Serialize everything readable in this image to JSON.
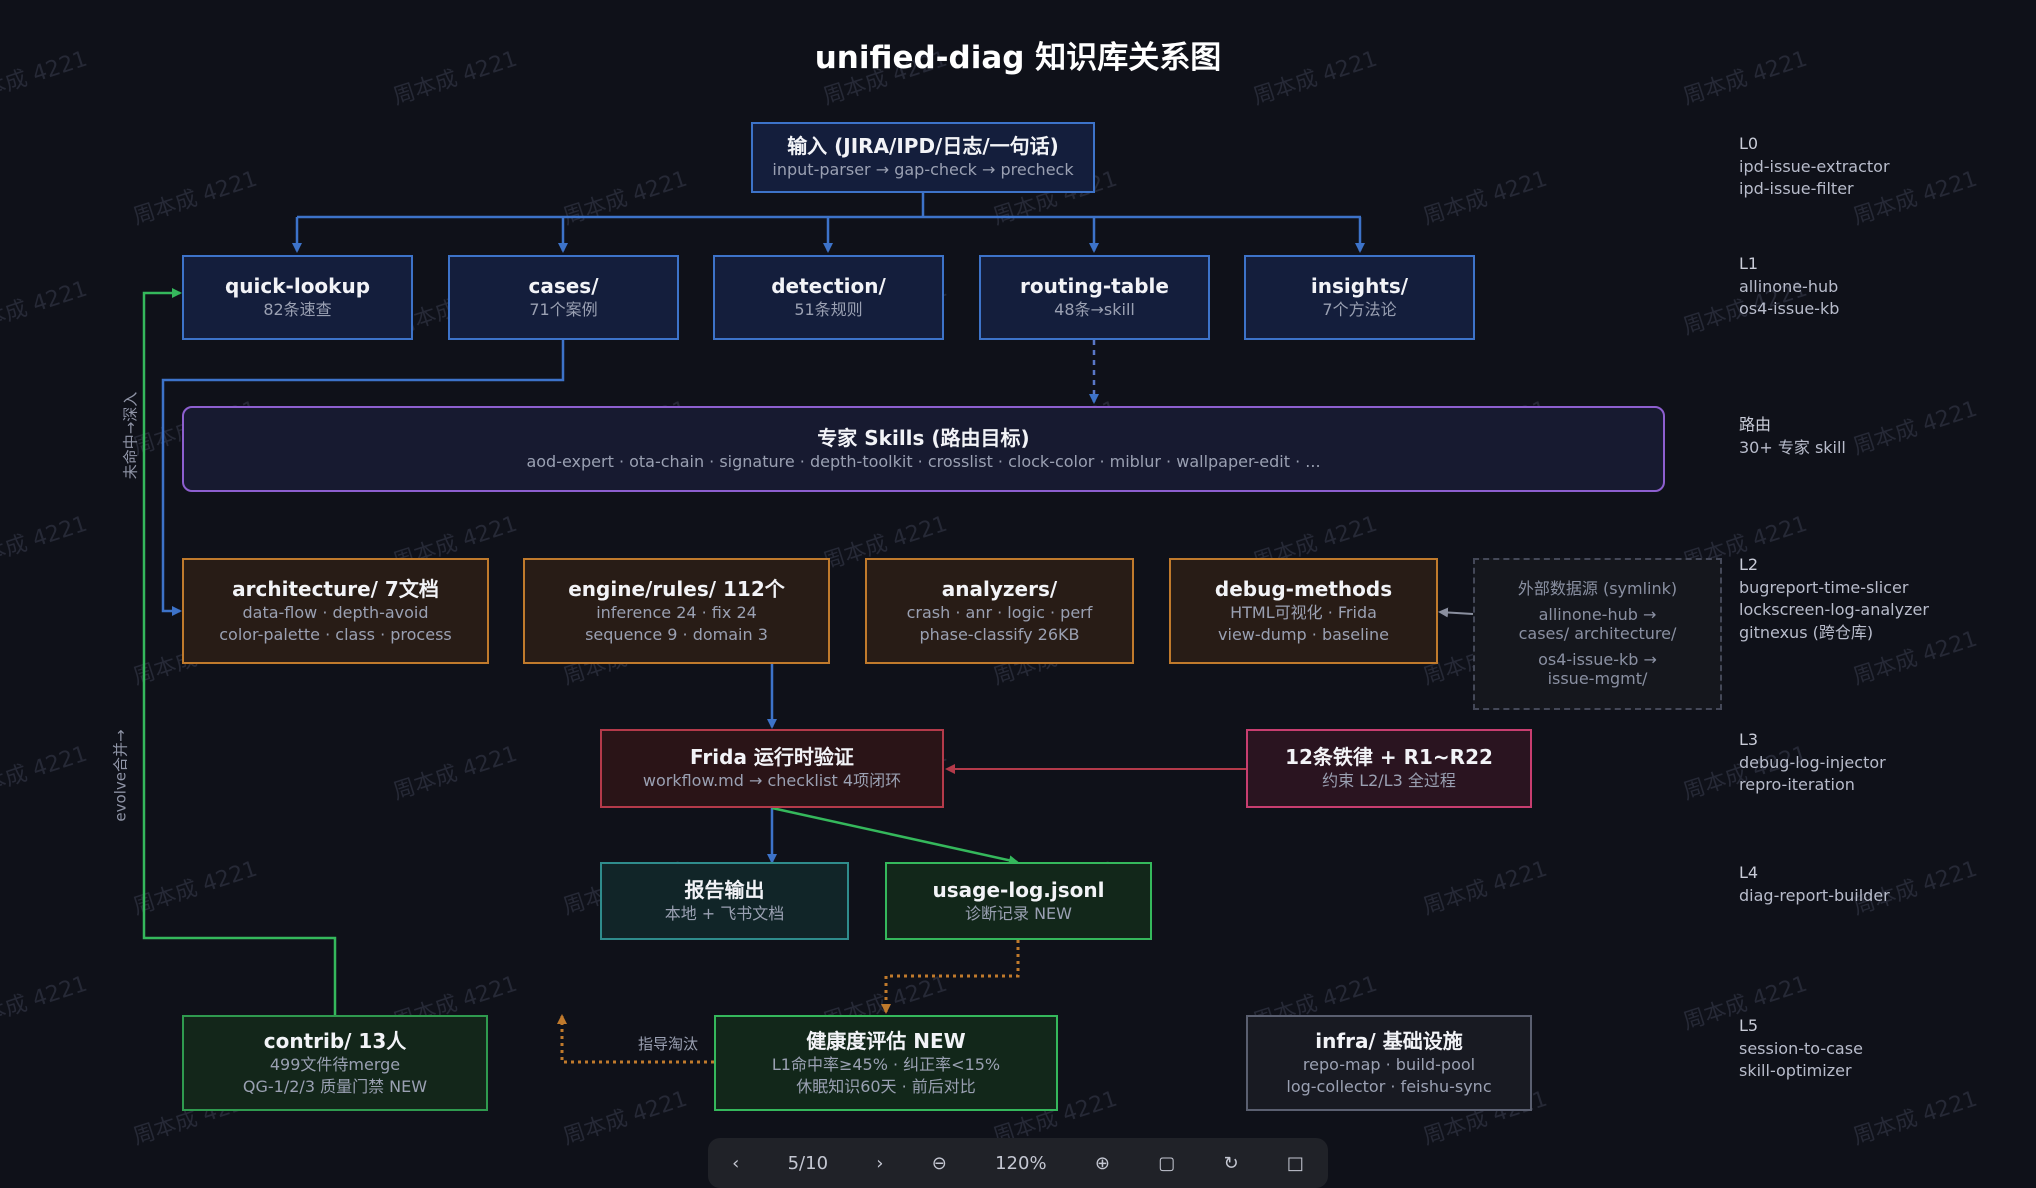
{
  "title": "unified-diag 知识库关系图",
  "watermark": "周本成 4221",
  "input": {
    "title": "输入 (JIRA/IPD/日志/一句话)",
    "sub": "input-parser → gap-check → precheck"
  },
  "row1": [
    {
      "title": "quick-lookup",
      "sub": "82条速查"
    },
    {
      "title": "cases/",
      "sub": "71个案例"
    },
    {
      "title": "detection/",
      "sub": "51条规则"
    },
    {
      "title": "routing-table",
      "sub": "48条→skill"
    },
    {
      "title": "insights/",
      "sub": "7个方法论"
    }
  ],
  "skills": {
    "title": "专家 Skills (路由目标)",
    "sub": "aod-expert · ota-chain · signature · depth-toolkit · crosslist · clock-color · miblur · wallpaper-edit · ..."
  },
  "row2": [
    {
      "title": "architecture/ 7文档",
      "sub1": "data-flow · depth-avoid",
      "sub2": "color-palette · class · process"
    },
    {
      "title": "engine/rules/ 112个",
      "sub1": "inference 24 · fix 24",
      "sub2": "sequence 9 · domain 3"
    },
    {
      "title": "analyzers/",
      "sub1": "crash · anr · logic · perf",
      "sub2": "phase-classify 26KB"
    },
    {
      "title": "debug-methods",
      "sub1": "HTML可视化 · Frida",
      "sub2": "view-dump · baseline"
    }
  ],
  "external": {
    "title": "外部数据源 (symlink)",
    "lines": [
      "allinone-hub →",
      "cases/ architecture/",
      "os4-issue-kb →",
      "issue-mgmt/"
    ]
  },
  "frida": {
    "title": "Frida 运行时验证",
    "sub": "workflow.md → checklist 4项闭环"
  },
  "laws": {
    "title": "12条铁律 + R1~R22",
    "sub": "约束 L2/L3 全过程"
  },
  "report": {
    "title": "报告输出",
    "sub": "本地 + 飞书文档"
  },
  "usage": {
    "title": "usage-log.jsonl",
    "sub": "诊断记录 NEW"
  },
  "contrib": {
    "title": "contrib/ 13人",
    "sub1": "499文件待merge",
    "sub2": "QG-1/2/3 质量门禁 NEW"
  },
  "health": {
    "title": "健康度评估 NEW",
    "sub1": "L1命中率≥45% · 纠正率<15%",
    "sub2": "休眠知识60天 · 前后对比"
  },
  "infra": {
    "title": "infra/ 基础设施",
    "sub1": "repo-map · build-pool",
    "sub2": "log-collector · feishu-sync"
  },
  "edge_labels": {
    "miss": "未命中→深入",
    "evolve": "evolve合并→",
    "guide": "指导淘汰"
  },
  "levels": [
    {
      "key": "L0",
      "items": [
        "ipd-issue-extractor",
        "ipd-issue-filter"
      ]
    },
    {
      "key": "L1",
      "items": [
        "allinone-hub",
        "os4-issue-kb"
      ]
    },
    {
      "key": "路由",
      "items": [
        "30+ 专家 skill"
      ]
    },
    {
      "key": "L2",
      "items": [
        "bugreport-time-slicer",
        "lockscreen-log-analyzer",
        "gitnexus (跨仓库)"
      ]
    },
    {
      "key": "L3",
      "items": [
        "debug-log-injector",
        "repro-iteration"
      ]
    },
    {
      "key": "L4",
      "items": [
        "diag-report-builder"
      ]
    },
    {
      "key": "L5",
      "items": [
        "session-to-case",
        "skill-optimizer"
      ]
    }
  ],
  "toolbar": {
    "page": "5/10",
    "zoom": "120%"
  },
  "colors": {
    "bg": "#0f1119",
    "blue": "#3d73c9",
    "orange": "#c07a2c",
    "purple": "#8d5fcf",
    "red": "#b43a4a",
    "pink": "#c83e70",
    "teal": "#2f8c8c",
    "green": "#35b85c",
    "gray": "#5a5f70"
  }
}
